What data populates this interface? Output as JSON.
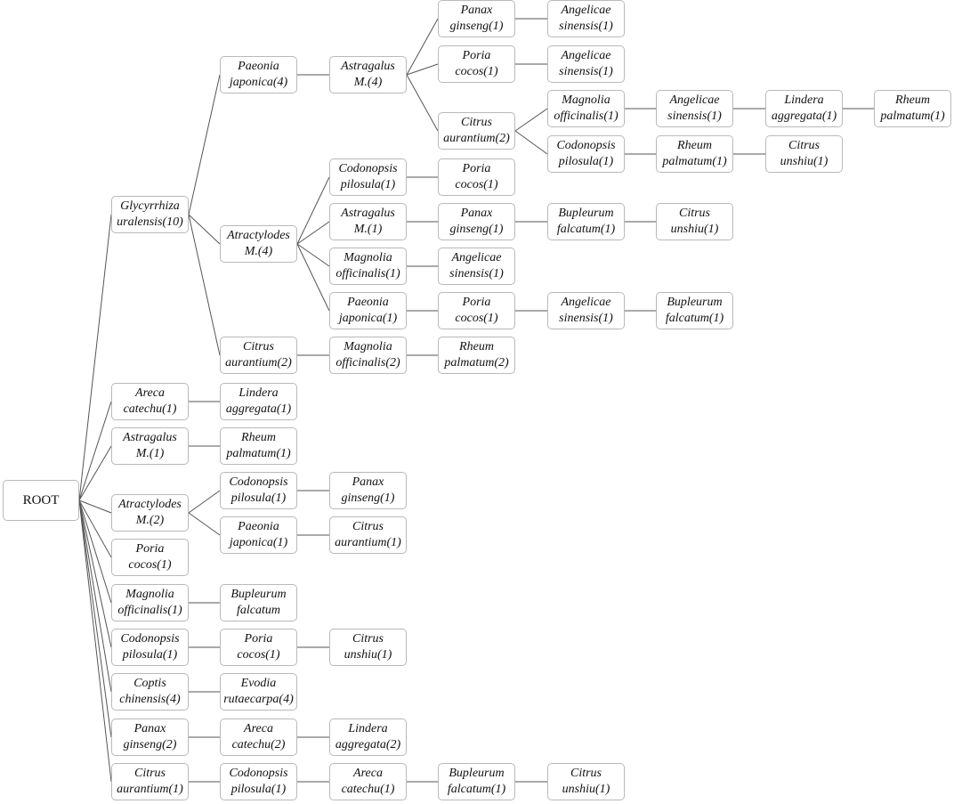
{
  "tree": {
    "root": {
      "label": "ROOT"
    },
    "nodes": [
      {
        "id": "n1",
        "label": "Glycyrrhiza\nuralensis(10)",
        "parent": "root"
      },
      {
        "id": "n2",
        "label": "Paeonia\njaponica(4)",
        "parent": "n1"
      },
      {
        "id": "n3",
        "label": "Astragalus\nM.(4)",
        "parent": "n2"
      },
      {
        "id": "n4",
        "label": "Panax\nginseng(1)",
        "parent": "n3"
      },
      {
        "id": "n5",
        "label": "Angelicae\nsinensis(1)",
        "parent": "n4"
      },
      {
        "id": "n6",
        "label": "Poria\ncocos(1)",
        "parent": "n3"
      },
      {
        "id": "n7",
        "label": "Angelicae\nsinensis(1)",
        "parent": "n6"
      },
      {
        "id": "n8",
        "label": "Citrus\naurantium(2)",
        "parent": "n3"
      },
      {
        "id": "n9",
        "label": "Magnolia\nofficinalis(1)",
        "parent": "n8"
      },
      {
        "id": "n10",
        "label": "Angelicae\nsinensis(1)",
        "parent": "n9"
      },
      {
        "id": "n11",
        "label": "Lindera\naggregata(1)",
        "parent": "n10"
      },
      {
        "id": "n12",
        "label": "Rheum\npalmatum(1)",
        "parent": "n11"
      },
      {
        "id": "n13",
        "label": "Codonopsis\npilosula(1)",
        "parent": "n8"
      },
      {
        "id": "n14",
        "label": "Rheum\npalmatum(1)",
        "parent": "n13"
      },
      {
        "id": "n15",
        "label": "Citrus\nunshiu(1)",
        "parent": "n14"
      },
      {
        "id": "n16",
        "label": "Atractylodes\nM.(4)",
        "parent": "n1"
      },
      {
        "id": "n17",
        "label": "Codonopsis\npilosula(1)",
        "parent": "n16"
      },
      {
        "id": "n18",
        "label": "Poria\ncocos(1)",
        "parent": "n17"
      },
      {
        "id": "n19",
        "label": "Astragalus\nM.(1)",
        "parent": "n16"
      },
      {
        "id": "n20",
        "label": "Panax\nginseng(1)",
        "parent": "n19"
      },
      {
        "id": "n21",
        "label": "Bupleurum\nfalcatum(1)",
        "parent": "n20"
      },
      {
        "id": "n22",
        "label": "Citrus\nunshiu(1)",
        "parent": "n21"
      },
      {
        "id": "n23",
        "label": "Magnolia\nofficinalis(1)",
        "parent": "n16"
      },
      {
        "id": "n24",
        "label": "Angelicae\nsinensis(1)",
        "parent": "n23"
      },
      {
        "id": "n25",
        "label": "Paeonia\njaponica(1)",
        "parent": "n16"
      },
      {
        "id": "n26",
        "label": "Poria\ncocos(1)",
        "parent": "n25"
      },
      {
        "id": "n27",
        "label": "Angelicae\nsinensis(1)",
        "parent": "n26"
      },
      {
        "id": "n28",
        "label": "Bupleurum\nfalcatum(1)",
        "parent": "n27"
      },
      {
        "id": "n29",
        "label": "Citrus\naurantium(2)",
        "parent": "n1"
      },
      {
        "id": "n30",
        "label": "Magnolia\nofficinalis(2)",
        "parent": "n29"
      },
      {
        "id": "n31",
        "label": "Rheum\npalmatum(2)",
        "parent": "n30"
      },
      {
        "id": "n32",
        "label": "Areca\ncatechu(1)",
        "parent": "root"
      },
      {
        "id": "n33",
        "label": "Lindera\naggregata(1)",
        "parent": "n32"
      },
      {
        "id": "n34",
        "label": "Astragalus\nM.(1)",
        "parent": "root"
      },
      {
        "id": "n35",
        "label": "Rheum\npalmatum(1)",
        "parent": "n34"
      },
      {
        "id": "n36",
        "label": "Atractylodes\nM.(2)",
        "parent": "root"
      },
      {
        "id": "n37",
        "label": "Codonopsis\npilosula(1)",
        "parent": "n36"
      },
      {
        "id": "n38",
        "label": "Panax\nginseng(1)",
        "parent": "n37"
      },
      {
        "id": "n39",
        "label": "Paeonia\njaponica(1)",
        "parent": "n36"
      },
      {
        "id": "n40",
        "label": "Citrus\naurantium(1)",
        "parent": "n39"
      },
      {
        "id": "n41",
        "label": "Poria\ncocos(1)",
        "parent": "root"
      },
      {
        "id": "n42",
        "label": "Magnolia\nofficinalis(1)",
        "parent": "root"
      },
      {
        "id": "n43",
        "label": "Bupleurum\nfalcatum",
        "parent": "n42"
      },
      {
        "id": "n44",
        "label": "Codonopsis\npilosula(1)",
        "parent": "root"
      },
      {
        "id": "n45",
        "label": "Poria\ncocos(1)",
        "parent": "n44"
      },
      {
        "id": "n46",
        "label": "Citrus\nunshiu(1)",
        "parent": "n45"
      },
      {
        "id": "n47",
        "label": "Coptis\nchinensis(4)",
        "parent": "root"
      },
      {
        "id": "n48",
        "label": "Evodia\nrutaecarpa(4)",
        "parent": "n47"
      },
      {
        "id": "n49",
        "label": "Panax\nginseng(2)",
        "parent": "root"
      },
      {
        "id": "n50",
        "label": "Areca\ncatechu(2)",
        "parent": "n49"
      },
      {
        "id": "n51",
        "label": "Lindera\naggregata(2)",
        "parent": "n50"
      },
      {
        "id": "n52",
        "label": "Citrus\naurantium(1)",
        "parent": "root"
      },
      {
        "id": "n53",
        "label": "Codonopsis\npilosula(1)",
        "parent": "n52"
      },
      {
        "id": "n54",
        "label": "Areca\ncatechu(1)",
        "parent": "n53"
      },
      {
        "id": "n55",
        "label": "Bupleurum\nfalcatum(1)",
        "parent": "n54"
      },
      {
        "id": "n56",
        "label": "Citrus\nunshiu(1)",
        "parent": "n55"
      }
    ]
  },
  "colors": {
    "edge": "#555555",
    "node_border": "#b9b9b9",
    "text": "#111111"
  }
}
